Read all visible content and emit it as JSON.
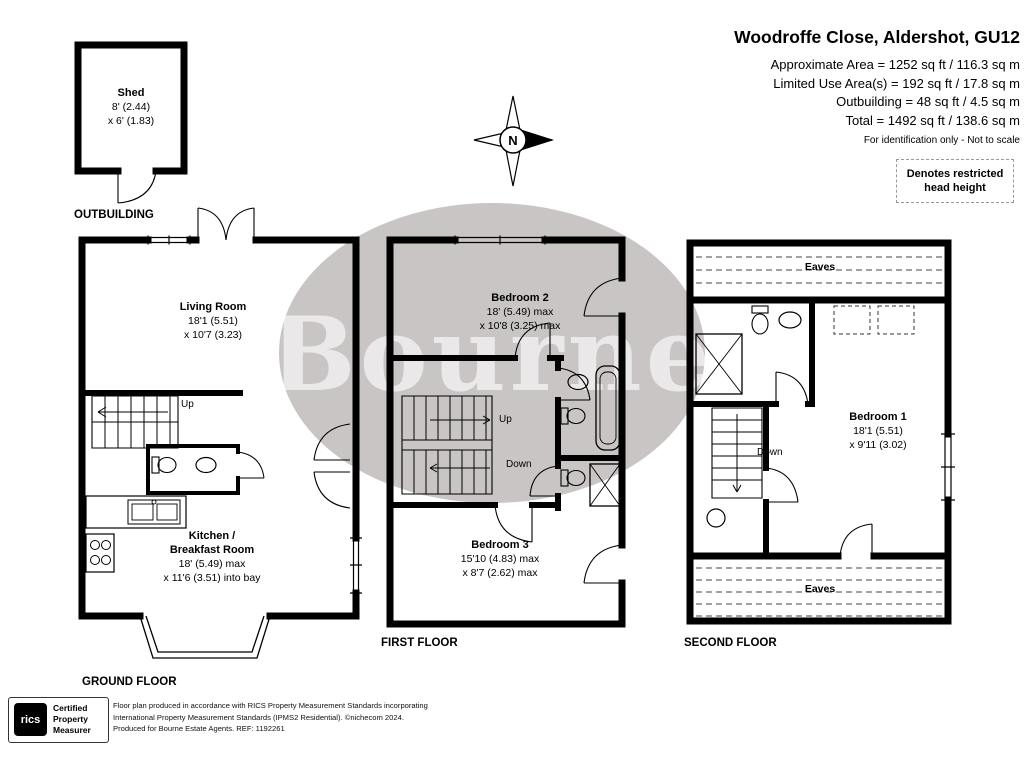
{
  "header": {
    "title": "Woodroffe Close, Aldershot, GU12",
    "area_line1": "Approximate Area = 1252 sq ft / 116.3 sq m",
    "area_line2": "Limited Use Area(s) = 192 sq ft / 17.8 sq m",
    "area_line3": "Outbuilding = 48 sq ft / 4.5 sq m",
    "area_line4": "Total = 1492 sq ft / 138.6 sq m",
    "disclaimer": "For identification only - Not to scale",
    "restricted_note": "Denotes restricted head height"
  },
  "compass": {
    "n": "N"
  },
  "watermark": {
    "text": "Bourne"
  },
  "outbuilding": {
    "section_label": "OUTBUILDING",
    "shed_name": "Shed",
    "shed_dim1": "8' (2.44)",
    "shed_dim2": "x 6' (1.83)"
  },
  "ground_floor": {
    "section_label": "GROUND FLOOR",
    "living_name": "Living Room",
    "living_dim1": "18'1 (5.51)",
    "living_dim2": "x 10'7 (3.23)",
    "kitchen_name1": "Kitchen /",
    "kitchen_name2": "Breakfast Room",
    "kitchen_dim1": "18' (5.49) max",
    "kitchen_dim2": "x 11'6 (3.51) into bay",
    "up": "Up"
  },
  "first_floor": {
    "section_label": "FIRST FLOOR",
    "bed2_name": "Bedroom 2",
    "bed2_dim1": "18' (5.49) max",
    "bed2_dim2": "x 10'8 (3.25) max",
    "bed3_name": "Bedroom 3",
    "bed3_dim1": "15'10 (4.83) max",
    "bed3_dim2": "x 8'7 (2.62) max",
    "up": "Up",
    "down": "Down"
  },
  "second_floor": {
    "section_label": "SECOND FLOOR",
    "bed1_name": "Bedroom 1",
    "bed1_dim1": "18'1 (5.51)",
    "bed1_dim2": "x 9'11 (3.02)",
    "eaves_top": "Eaves",
    "eaves_bottom": "Eaves",
    "down": "Down"
  },
  "footer": {
    "rics_logo": "rics",
    "cert_line1": "Certified",
    "cert_line2": "Property",
    "cert_line3": "Measurer",
    "note_line1": "Floor plan produced in accordance with RICS Property Measurement Standards incorporating",
    "note_line2": "International Property Measurement Standards (IPMS2 Residential).  ©nichecom 2024.",
    "note_line3": "Produced for Bourne Estate Agents.   REF: 1192261"
  },
  "colors": {
    "wall": "#000000",
    "watermark_gray": "#cac5c5"
  }
}
